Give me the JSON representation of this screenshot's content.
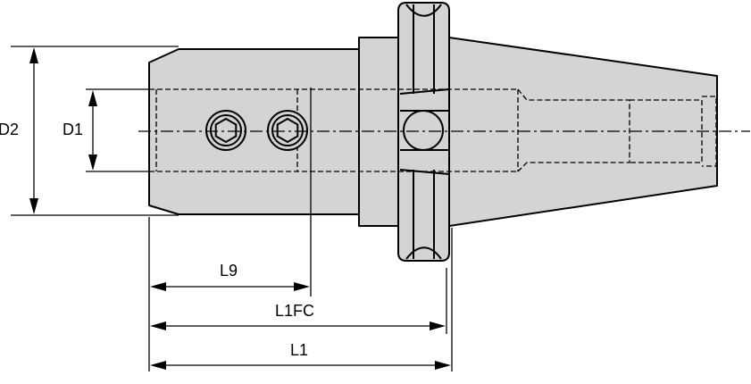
{
  "dimensions": {
    "d2": "D2",
    "d1": "D1",
    "l9": "L9",
    "l1fc": "L1FC",
    "l1": "L1"
  },
  "colors": {
    "body": "#d4d4d4",
    "lines": "#000000",
    "background": "#ffffff"
  },
  "icons": {
    "set_screw_1": "hex-socket-screw-icon",
    "set_screw_2": "hex-socket-screw-icon",
    "drive_slot": "drive-slot-circle-icon"
  }
}
